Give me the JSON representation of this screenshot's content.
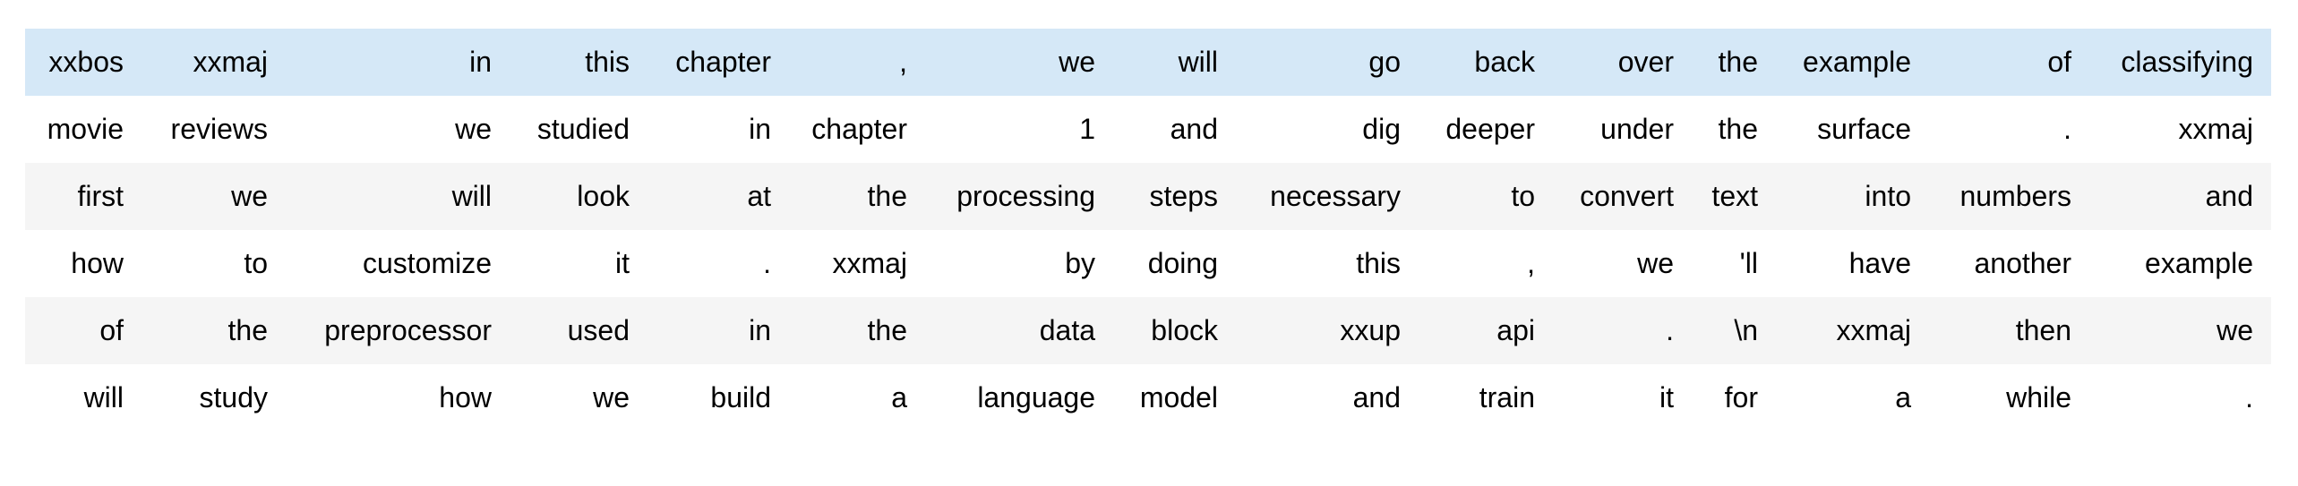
{
  "colors": {
    "page_bg": "#ffffff",
    "highlight_row_bg": "#d5e8f7",
    "stripe_row_bg": "#f5f5f5",
    "text": "#000000"
  },
  "table": {
    "rows": [
      {
        "bg": "highlight",
        "tokens": [
          "xxbos",
          "xxmaj",
          "in",
          "this",
          "chapter",
          ",",
          "we",
          "will",
          "go",
          "back",
          "over",
          "the",
          "example",
          "of",
          "classifying"
        ]
      },
      {
        "bg": "plain",
        "tokens": [
          "movie",
          "reviews",
          "we",
          "studied",
          "in",
          "chapter",
          "1",
          "and",
          "dig",
          "deeper",
          "under",
          "the",
          "surface",
          ".",
          "xxmaj"
        ]
      },
      {
        "bg": "stripe",
        "tokens": [
          "first",
          "we",
          "will",
          "look",
          "at",
          "the",
          "processing",
          "steps",
          "necessary",
          "to",
          "convert",
          "text",
          "into",
          "numbers",
          "and"
        ]
      },
      {
        "bg": "plain",
        "tokens": [
          "how",
          "to",
          "customize",
          "it",
          ".",
          "xxmaj",
          "by",
          "doing",
          "this",
          ",",
          "we",
          "'ll",
          "have",
          "another",
          "example"
        ]
      },
      {
        "bg": "stripe",
        "tokens": [
          "of",
          "the",
          "preprocessor",
          "used",
          "in",
          "the",
          "data",
          "block",
          "xxup",
          "api",
          ".",
          "\\n",
          "xxmaj",
          "then",
          "we"
        ]
      },
      {
        "bg": "plain",
        "tokens": [
          "will",
          "study",
          "how",
          "we",
          "build",
          "a",
          "language",
          "model",
          "and",
          "train",
          "it",
          "for",
          "a",
          "while",
          "."
        ]
      }
    ]
  }
}
